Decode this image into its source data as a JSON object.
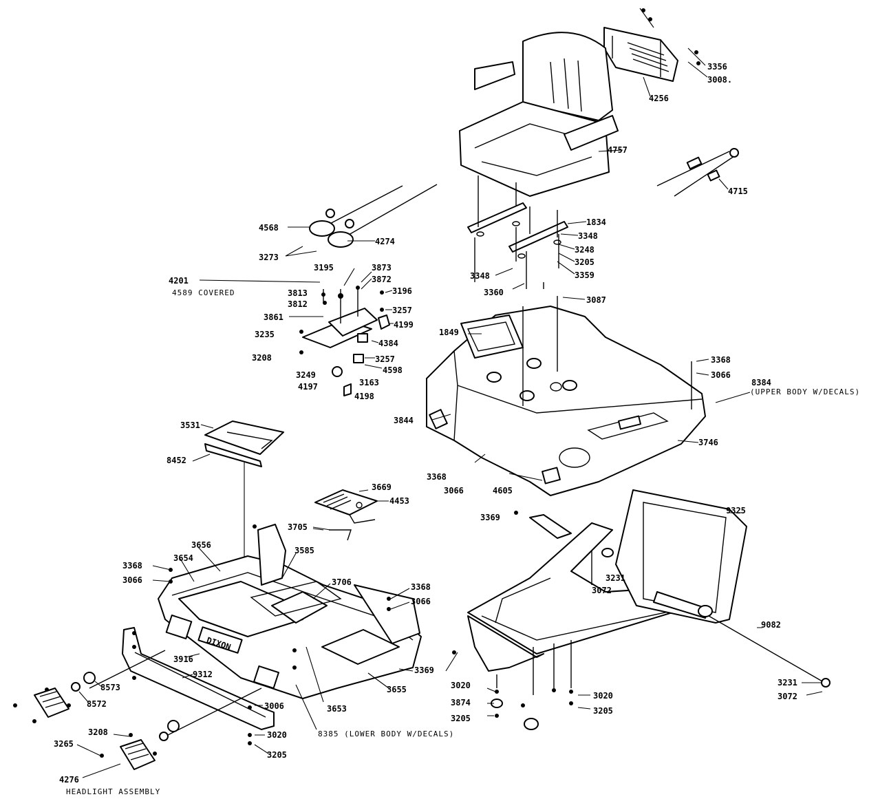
{
  "labels": {
    "p3356": "3356",
    "p3008": "3008.",
    "p4256": "4256",
    "p4757": "4757",
    "p4715": "4715",
    "p4568": "4568",
    "p4274": "4274",
    "p3273": "3273",
    "p1834": "1834",
    "p3348a": "3348",
    "p3248": "3248",
    "p3205a": "3205",
    "p3359": "3359",
    "p3348b": "3348",
    "p3360": "3360",
    "p3087": "3087",
    "p3195": "3195",
    "p3873": "3873",
    "p3872": "3872",
    "p4201": "4201",
    "p4589": "4589 COVERED",
    "p3813": "3813",
    "p3812": "3812",
    "p3196": "3196",
    "p3257a": "3257",
    "p4199": "4199",
    "p3861": "3861",
    "p3235": "3235",
    "p4384": "4384",
    "p3208a": "3208",
    "p3257b": "3257",
    "p4598": "4598",
    "p3249": "3249",
    "p4197": "4197",
    "p3163": "3163",
    "p4198": "4198",
    "p1849": "1849",
    "p3368a": "3368",
    "p3066a": "3066",
    "p8384": "8384",
    "p8384b": "(UPPER BODY W/DECALS)",
    "p3844": "3844",
    "p3746": "3746",
    "p3368b": "3368",
    "p3066b": "3066",
    "p4605": "4605",
    "p3531": "3531",
    "p8452": "8452",
    "p3669": "3669",
    "p4453": "4453",
    "p3705": "3705",
    "p3369a": "3369",
    "p9325": "9325",
    "p3656": "3656",
    "p3585": "3585",
    "p3654": "3654",
    "p3368c": "3368",
    "p3066c": "3066",
    "p3706": "3706",
    "p3368d": "3368",
    "p3066d": "3066",
    "p3231a": "3231",
    "p3072a": "3072",
    "p9082": "9082",
    "p3916": "3916",
    "p9312": "9312",
    "p3369b": "3369",
    "p3655": "3655",
    "p8573": "8573",
    "p8572": "8572",
    "p3020a": "3020",
    "p3874": "3874",
    "p3205b": "3205",
    "p3020b": "3020",
    "p3205c": "3205",
    "p3231b": "3231",
    "p3072b": "3072",
    "p3006": "3006",
    "p3653": "3653",
    "p3208b": "3208",
    "p3265": "3265",
    "p3020c": "3020",
    "p8385": "8385 (LOWER BODY W/DECALS)",
    "p3205d": "3205",
    "p4276": "4276",
    "headlight": "HEADLIGHT ASSEMBLY",
    "dixon": "DIXON"
  }
}
